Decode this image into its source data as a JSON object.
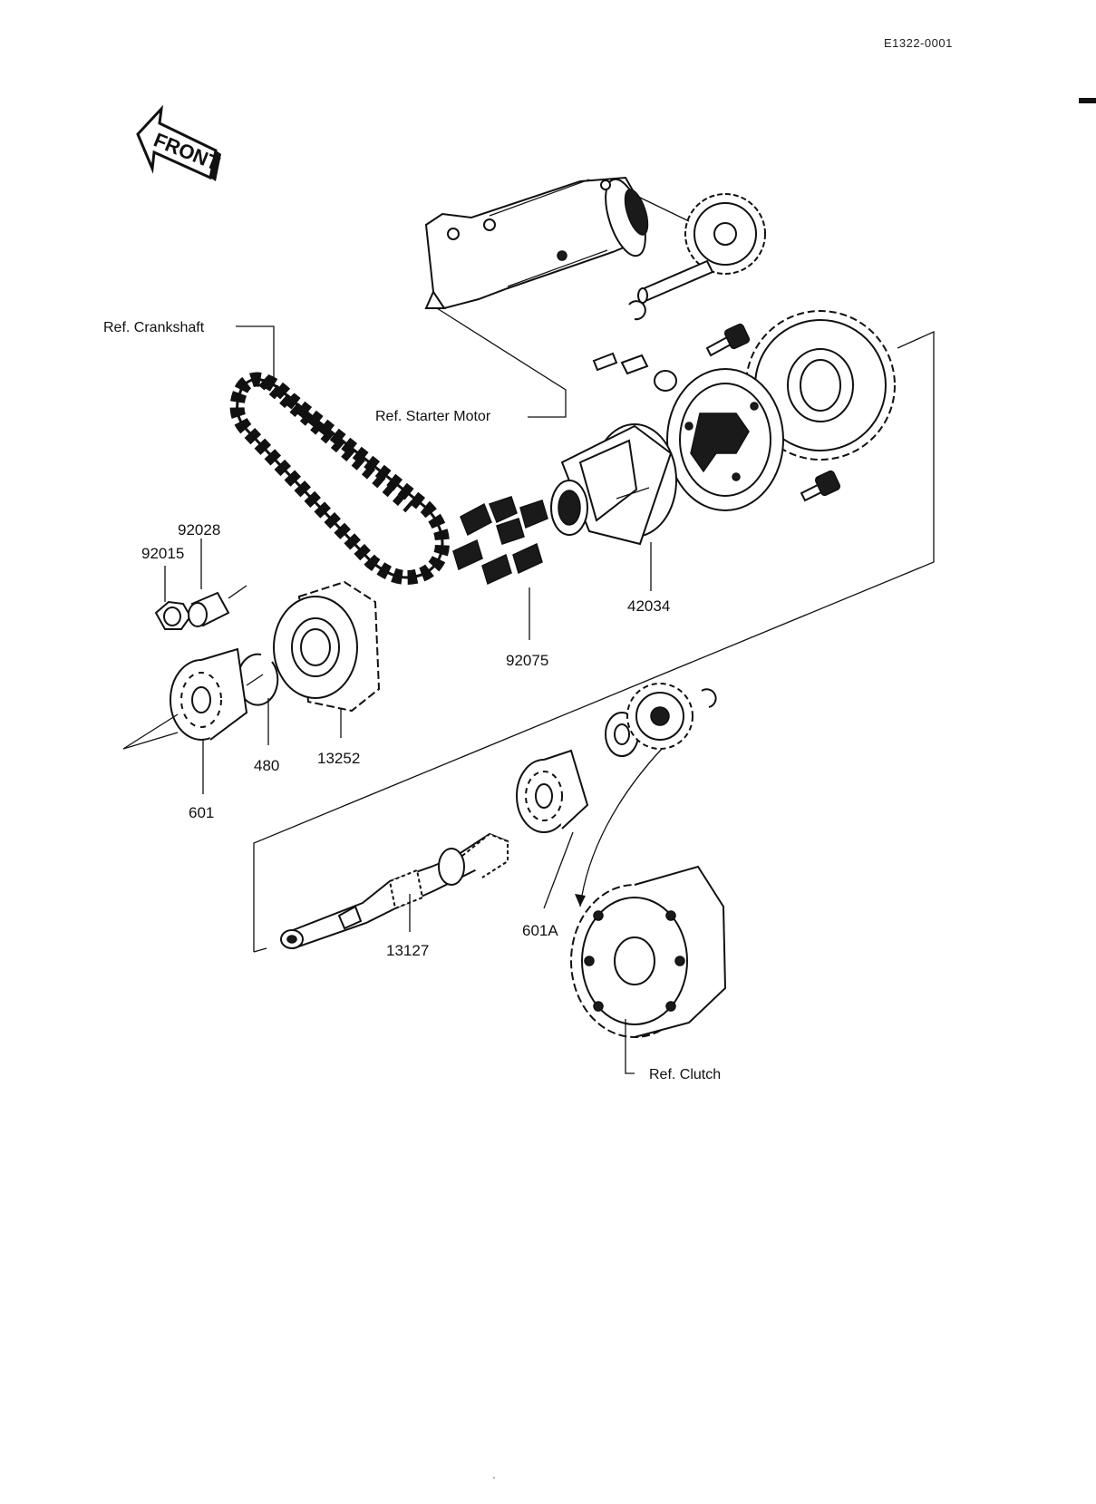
{
  "document_code": "E1322-0001",
  "front_label": "FRONT",
  "refs": {
    "crankshaft": "Ref. Crankshaft",
    "starter_motor": "Ref. Starter Motor",
    "clutch": "Ref. Clutch"
  },
  "part_numbers": {
    "p92028": "92028",
    "p92015": "92015",
    "p92075": "92075",
    "p42034": "42034",
    "p13252": "13252",
    "p480": "480",
    "p601": "601",
    "p601A": "601A",
    "p13127": "13127"
  },
  "icons": [
    "front-arrow-icon"
  ]
}
